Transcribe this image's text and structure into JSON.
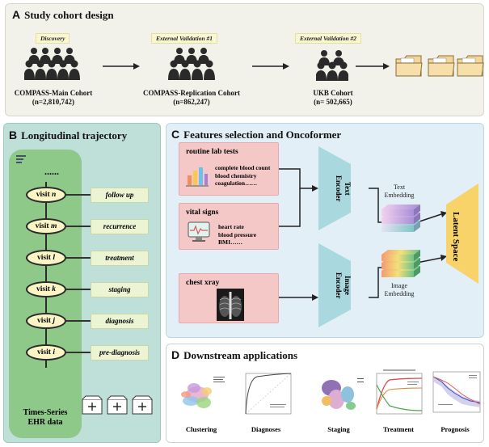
{
  "panel_a": {
    "letter": "A",
    "title": "Study cohort design",
    "cohorts": [
      {
        "badge": "Discovery",
        "name": "COMPASS-Main Cohort",
        "count": "(n=2,810,742)"
      },
      {
        "badge": "External Validation #1",
        "name": "COMPASS-Replication Cohort",
        "count": "(n=862,247)"
      },
      {
        "badge": "External Validation #2",
        "name": "UKB Cohort",
        "count": "(n= 502,665)"
      }
    ],
    "icons": [
      "crowd-icon",
      "crowd-icon",
      "crowd-icon",
      "folder-icon",
      "folder-icon",
      "folder-icon"
    ]
  },
  "panel_b": {
    "letter": "B",
    "title": "Longitudinal trajectory",
    "dots": "......",
    "visits": [
      {
        "label": "visit",
        "index": "n",
        "event": "follow up"
      },
      {
        "label": "visit",
        "index": "m",
        "event": "recurrence"
      },
      {
        "label": "visit",
        "index": "l",
        "event": "treatment"
      },
      {
        "label": "visit",
        "index": "k",
        "event": "staging"
      },
      {
        "label": "visit",
        "index": "j",
        "event": "diagnosis"
      },
      {
        "label": "visit",
        "index": "i",
        "event": "pre-diagnosis"
      }
    ],
    "bottom_label_line1": "Times-Series",
    "bottom_label_line2": "EHR data"
  },
  "panel_c": {
    "letter": "C",
    "title": "Features selection and Oncoformer",
    "lab_tests": {
      "title": "routine lab tests",
      "items": [
        "complete blood count",
        "blood chemistry",
        "coagulation……"
      ]
    },
    "vital_signs": {
      "title": "vital signs",
      "items": [
        "heart rate",
        "blood pressure",
        "BMI……"
      ]
    },
    "chest_xray": {
      "title": "chest xray"
    },
    "text_encoder": {
      "line1": "Text",
      "line2": "Encoder"
    },
    "image_encoder": {
      "line1": "Image",
      "line2": "Encoder"
    },
    "text_embedding": {
      "line1": "Text",
      "line2": "Embedding"
    },
    "image_embedding": {
      "line1": "Image",
      "line2": "Embedding"
    },
    "latent_space": "Latent Space",
    "colors": {
      "encoder": "#a9d8de",
      "latent": "#f7d36a",
      "pink": "#f5c8c8"
    }
  },
  "panel_d": {
    "letter": "D",
    "title": "Downstream applications",
    "apps": [
      "Clustering",
      "Diagnoses",
      "Staging",
      "Treatment",
      "Prognosis"
    ]
  }
}
